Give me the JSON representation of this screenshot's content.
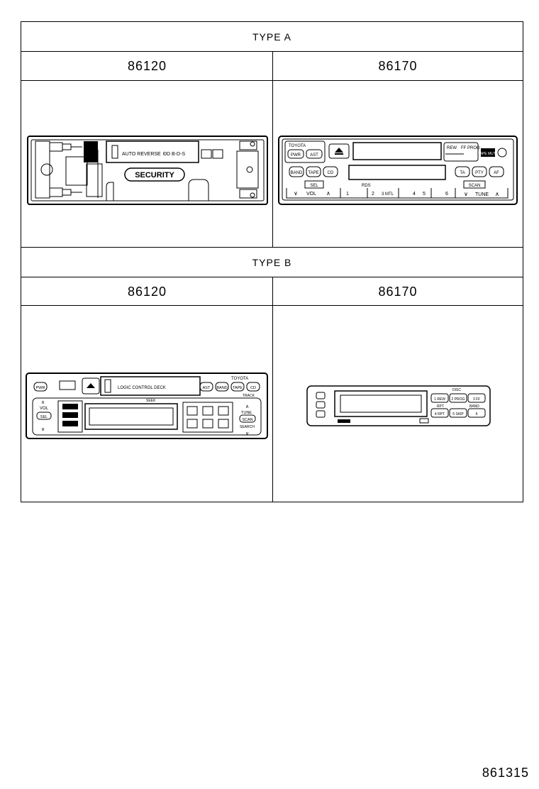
{
  "type_a": {
    "title": "TYPE A",
    "left_part": "86120",
    "right_part": "86170"
  },
  "type_b": {
    "title": "TYPE B",
    "left_part": "86120",
    "right_part": "86170"
  },
  "radio_a1": {
    "auto_reverse": "AUTO REVERSE",
    "dolby": "ĐD B-D-S",
    "security": "SECURITY"
  },
  "radio_a2": {
    "brand": "TOYOTA",
    "pwr": "PWR",
    "ast": "AST",
    "rew": "REW",
    "ff_prog": "FF PROG",
    "tape_mute": "TAPE MUTE",
    "band": "BAND",
    "tape": "TAPE",
    "cd": "CD",
    "ta": "TA",
    "pty": "PTY",
    "af": "AF",
    "sel": "SEL",
    "vol": "VOL",
    "rds": "RDS",
    "scan": "SCAN",
    "tune": "TUNE",
    "presets": [
      "1",
      "2",
      "3",
      "4",
      "5",
      "6"
    ],
    "preset_3": "3 MTL"
  },
  "radio_b1": {
    "pwr": "PWR",
    "logic": "LOGIC CONTROL DECK",
    "brand": "TOYOTA",
    "ast": "AST",
    "band": "BAND",
    "tape": "TAPE",
    "cd": "CD",
    "track": "TRACK",
    "vol": "VOL",
    "sel": "SEL",
    "tune": "TUNE",
    "scan": "SCAN",
    "search": "SEARCH",
    "seek": "SEEK"
  },
  "radio_b2": {
    "disc": "DISC",
    "rpt": "RPT",
    "band": "BAND",
    "rew": "1 REW",
    "prog": "2 PROG",
    "ff": "3 FF",
    "rpt_btn": "4 RPT",
    "skip": "5 SKIP",
    "six": "6"
  },
  "footer": {
    "code": "861315"
  }
}
